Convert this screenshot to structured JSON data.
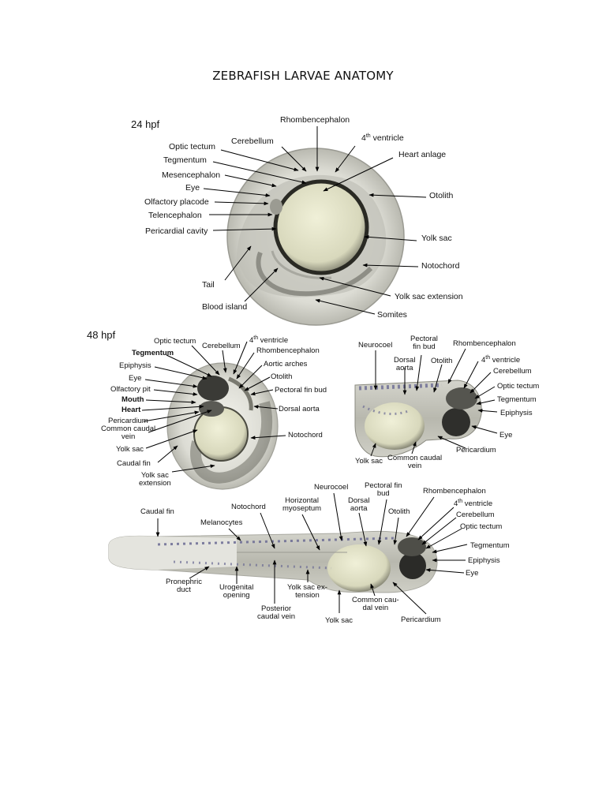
{
  "title": "ZEBRAFISH LARVAE ANATOMY",
  "panels": {
    "p24": {
      "stage": "24 hpf",
      "labels": {
        "rhombencephalon": "Rhombencephalon",
        "ventricle4_num": "4",
        "ventricle4_sup": "th",
        "ventricle4_text": " ventricle",
        "cerebellum": "Cerebellum",
        "optic_tectum": "Optic tectum",
        "tegmentum": "Tegmentum",
        "mesencephalon": "Mesencephalon",
        "eye": "Eye",
        "olfactory_placode": "Olfactory placode",
        "telencephalon": "Telencephalon",
        "pericardial_cavity": "Pericardial cavity",
        "heart_anlage": "Heart anlage",
        "otolith": "Otolith",
        "yolk_sac": "Yolk sac",
        "notochord": "Notochord",
        "tail": "Tail",
        "blood_island": "Blood island",
        "yolk_sac_extension": "Yolk sac extension",
        "somites": "Somites"
      }
    },
    "p48a": {
      "stage": "48 hpf",
      "labels": {
        "optic_tectum": "Optic tectum",
        "cerebellum": "Cerebellum",
        "ventricle4_num": "4",
        "ventricle4_sup": "th",
        "ventricle4_text": " ventricle",
        "rhombencephalon": "Rhombencephalon",
        "tegmentum": "Tegmentum",
        "aortic_arches": "Aortic arches",
        "epiphysis": "Epiphysis",
        "otolith": "Otolith",
        "eye": "Eye",
        "pectoral_fin_bud": "Pectoral fin bud",
        "olfactory_pit": "Olfactory pit",
        "mouth": "Mouth",
        "dorsal_aorta": "Dorsal aorta",
        "heart": "Heart",
        "pericardium": "Pericardium",
        "common_caudal_vein_1": "Common caudal",
        "common_caudal_vein_2": "vein",
        "notochord": "Notochord",
        "yolk_sac": "Yolk sac",
        "caudal_fin": "Caudal fin",
        "yolk_sac_extension_1": "Yolk sac",
        "yolk_sac_extension_2": "extension"
      }
    },
    "p48b": {
      "labels": {
        "neurocoel": "Neurocoel",
        "pectoral_fin_bud_1": "Pectoral",
        "pectoral_fin_bud_2": "fin bud",
        "dorsal_aorta_1": "Dorsal",
        "dorsal_aorta_2": "aorta",
        "otolith": "Otolith",
        "rhombencephalon": "Rhombencephalon",
        "ventricle4_num": "4",
        "ventricle4_sup": "th",
        "ventricle4_text": " ventricle",
        "cerebellum": "Cerebellum",
        "optic_tectum": "Optic tectum",
        "tegmentum": "Tegmentum",
        "epiphysis": "Epiphysis",
        "eye": "Eye",
        "pericardium": "Pericardium",
        "yolk_sac": "Yolk sac",
        "common_caudal_vein_1": "Common caudal",
        "common_caudal_vein_2": "vein"
      }
    },
    "p72": {
      "labels": {
        "caudal_fin": "Caudal fin",
        "melanocytes": "Melanocytes",
        "notochord": "Notochord",
        "horizontal_myoseptum_1": "Horizontal",
        "horizontal_myoseptum_2": "myoseptum",
        "neurocoel": "Neurocoel",
        "dorsal_aorta_1": "Dorsal",
        "dorsal_aorta_2": "aorta",
        "pectoral_fin_bud_1": "Pectoral fin",
        "pectoral_fin_bud_2": "bud",
        "otolith": "Otolith",
        "rhombencephalon": "Rhombencephalon",
        "ventricle4_num": "4",
        "ventricle4_sup": "th",
        "ventricle4_text": " ventricle",
        "cerebellum": "Cerebellum",
        "optic_tectum": "Optic tectum",
        "tegmentum": "Tegmentum",
        "epiphysis": "Epiphysis",
        "eye": "Eye",
        "pronephric_duct_1": "Pronephric",
        "pronephric_duct_2": "duct",
        "urogenital_opening_1": "Urogenital",
        "urogenital_opening_2": "opening",
        "posterior_caudal_vein_1": "Posterior",
        "posterior_caudal_vein_2": "caudal vein",
        "yolk_sac_extension_1": "Yolk sac ex-",
        "yolk_sac_extension_2": "tension",
        "yolk_sac": "Yolk sac",
        "common_caudal_vein_1": "Common cau-",
        "common_caudal_vein_2": "dal vein",
        "pericardium": "Pericardium"
      }
    }
  }
}
